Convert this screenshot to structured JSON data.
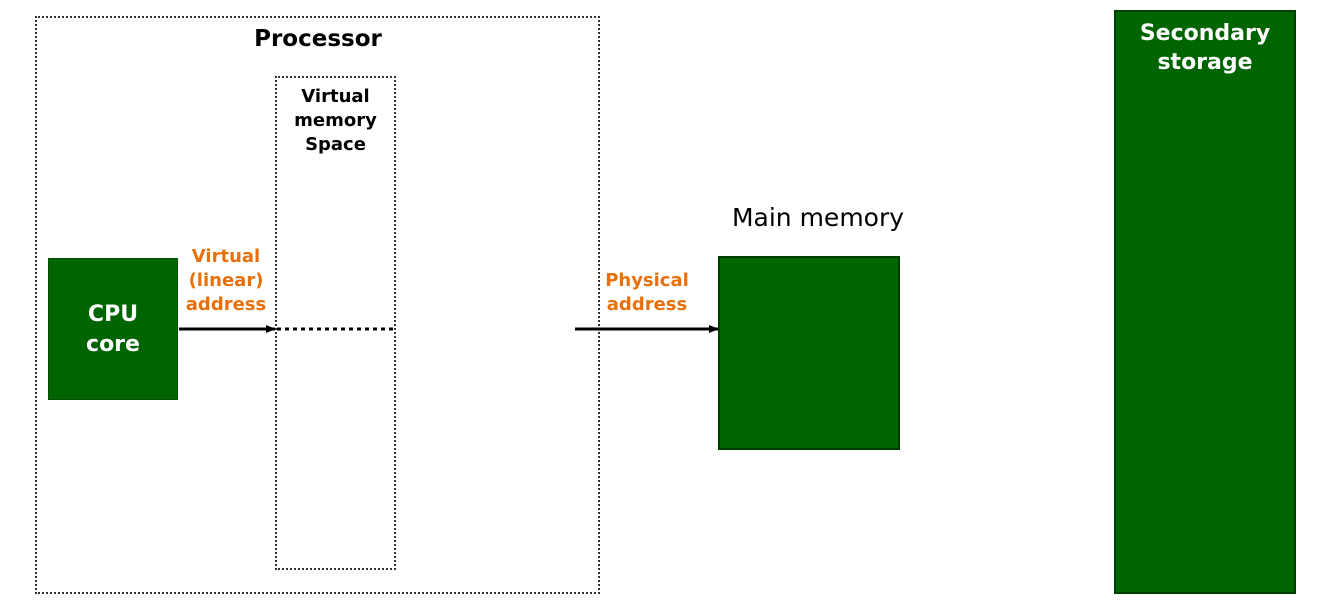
{
  "diagram": {
    "processor_label": "Processor",
    "virtual_memory_label": "Virtual\nmemory\nSpace",
    "cpu_label": "CPU\ncore",
    "main_memory_label": "Main memory",
    "secondary_storage_label": "Secondary\nstorage",
    "virtual_address_label": "Virtual\n(linear)\naddress",
    "physical_address_label": "Physical\naddress"
  },
  "colors": {
    "block_green": "#006400",
    "address_orange": "#e8700a"
  }
}
